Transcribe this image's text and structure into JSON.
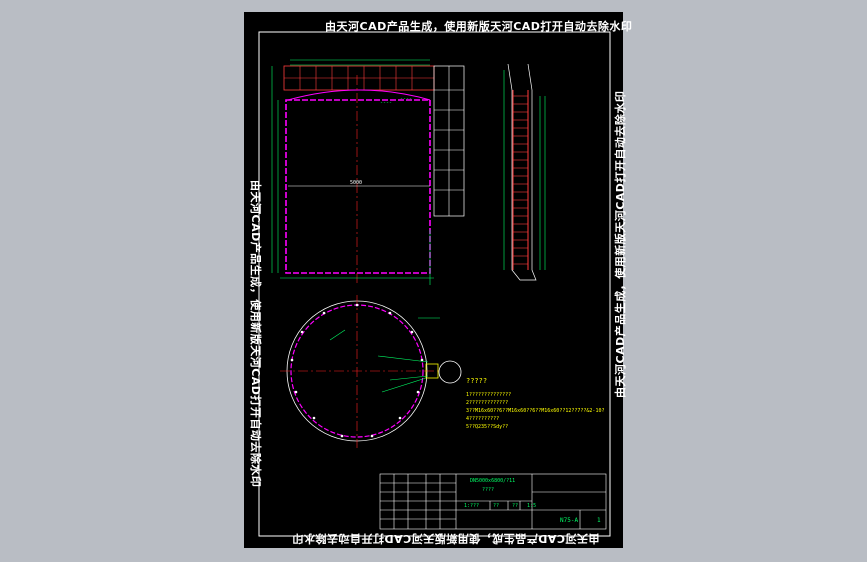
{
  "colors": {
    "viewport": "#b9bdc4",
    "sheet": "#000000",
    "frame": "#ffffff",
    "tank": "#ff00ff",
    "ladder": "#ff3b3b",
    "center_line": "#ff2020",
    "dimension": "#00ff66",
    "note_text": "#ffff00",
    "label_text": "#00ff66"
  },
  "watermark": {
    "top": "由天河CAD产品生成，使用新版天河CAD打开自动去除水印",
    "bottom": "由天河CAD产品生成，使用新版天河CAD打开自动去除水印",
    "left": "由天河CAD产品生成，使用新版天河CAD打开自动去除水印",
    "right": "由天河CAD产品生成，使用新版天河CAD打开自动去除水印"
  },
  "notes": {
    "heading": "?????",
    "lines": [
      "1??????????????",
      "2?????????????",
      "3??M16x60??6??M16x60??6??M16x60??12??7??&2-10?",
      "4??????????",
      "5??Q235??Sdy??"
    ]
  },
  "title_block": {
    "drawing_title": "DN5000x6800/?11",
    "drawing_subtitle": "????",
    "scale_row": [
      "1:???",
      "??",
      "??",
      "1:5"
    ],
    "drawing_no": "N75-A",
    "sheet_no": "1"
  },
  "icons": [
    "tank-elevation-drawing",
    "ladder-side-view-drawing",
    "tank-plan-view-drawing"
  ]
}
